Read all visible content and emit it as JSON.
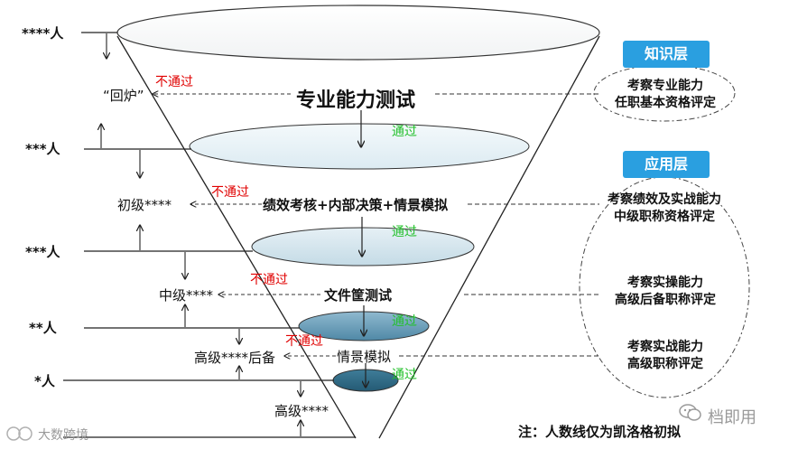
{
  "levels": {
    "top": "****人",
    "l2": "***人",
    "l3": "***人",
    "l4": "**人",
    "l5": "*人"
  },
  "middle_labels": {
    "recycle": "“回炉”",
    "junior": "初级****",
    "middle": "中级****",
    "senior_reserve": "高级****后备",
    "senior": "高级****"
  },
  "stages": {
    "s1": "专业能力测试",
    "s2": "绩效考核+内部决策+情景模拟",
    "s3": "文件筐测试",
    "s4": "情景模拟"
  },
  "pass_label": "通过",
  "fail_label": "不通过",
  "tags": {
    "knowledge": "知识层",
    "application": "应用层"
  },
  "right": {
    "d1": "考察专业能力\n任职基本资格评定",
    "d2": "考察绩效及实战能力\n中级职称资格评定",
    "d3": "考察实操能力\n高级后备职称评定",
    "d4": "考察实战能力\n高级职称评定"
  },
  "note": "注：人数线仅为凯洛格初拟",
  "watermark_left": "大数跨境",
  "watermark_right": "档即用",
  "colors": {
    "tag_bg": "#2a9fe0",
    "fail": "#e00000",
    "pass": "#22c02a",
    "ellipse_dark": "#2f6a86",
    "ellipse_mid": "#6fa3bd"
  }
}
